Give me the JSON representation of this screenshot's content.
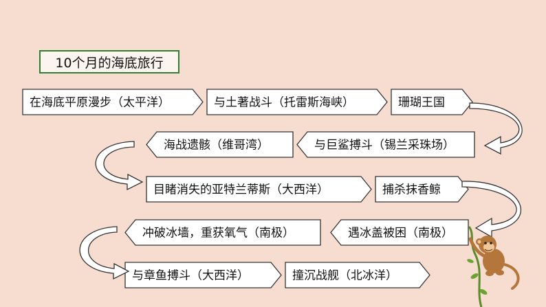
{
  "title": "10个月的海底旅行",
  "colors": {
    "background": "#f6ddd0",
    "title_border": "#2e7d32",
    "box_fill": "#ffffff",
    "box_stroke": "#333333"
  },
  "steps": [
    "在海底平原漫步（太平洋）",
    "与土著战斗（托雷斯海峡）",
    "珊瑚王国",
    "与巨鲨搏斗（锡兰采珠场）",
    "海战遗骸（维哥湾）",
    "目睹消失的亚特兰蒂斯（大西洋）",
    "捕杀抹香鲸",
    "遇冰盖被困（南极）",
    "冲破冰墙，重获氧气（南极）",
    "与章鱼搏斗（大西洋）",
    "撞沉战舰（北冰洋）"
  ],
  "decoration": "monkey-on-vine"
}
